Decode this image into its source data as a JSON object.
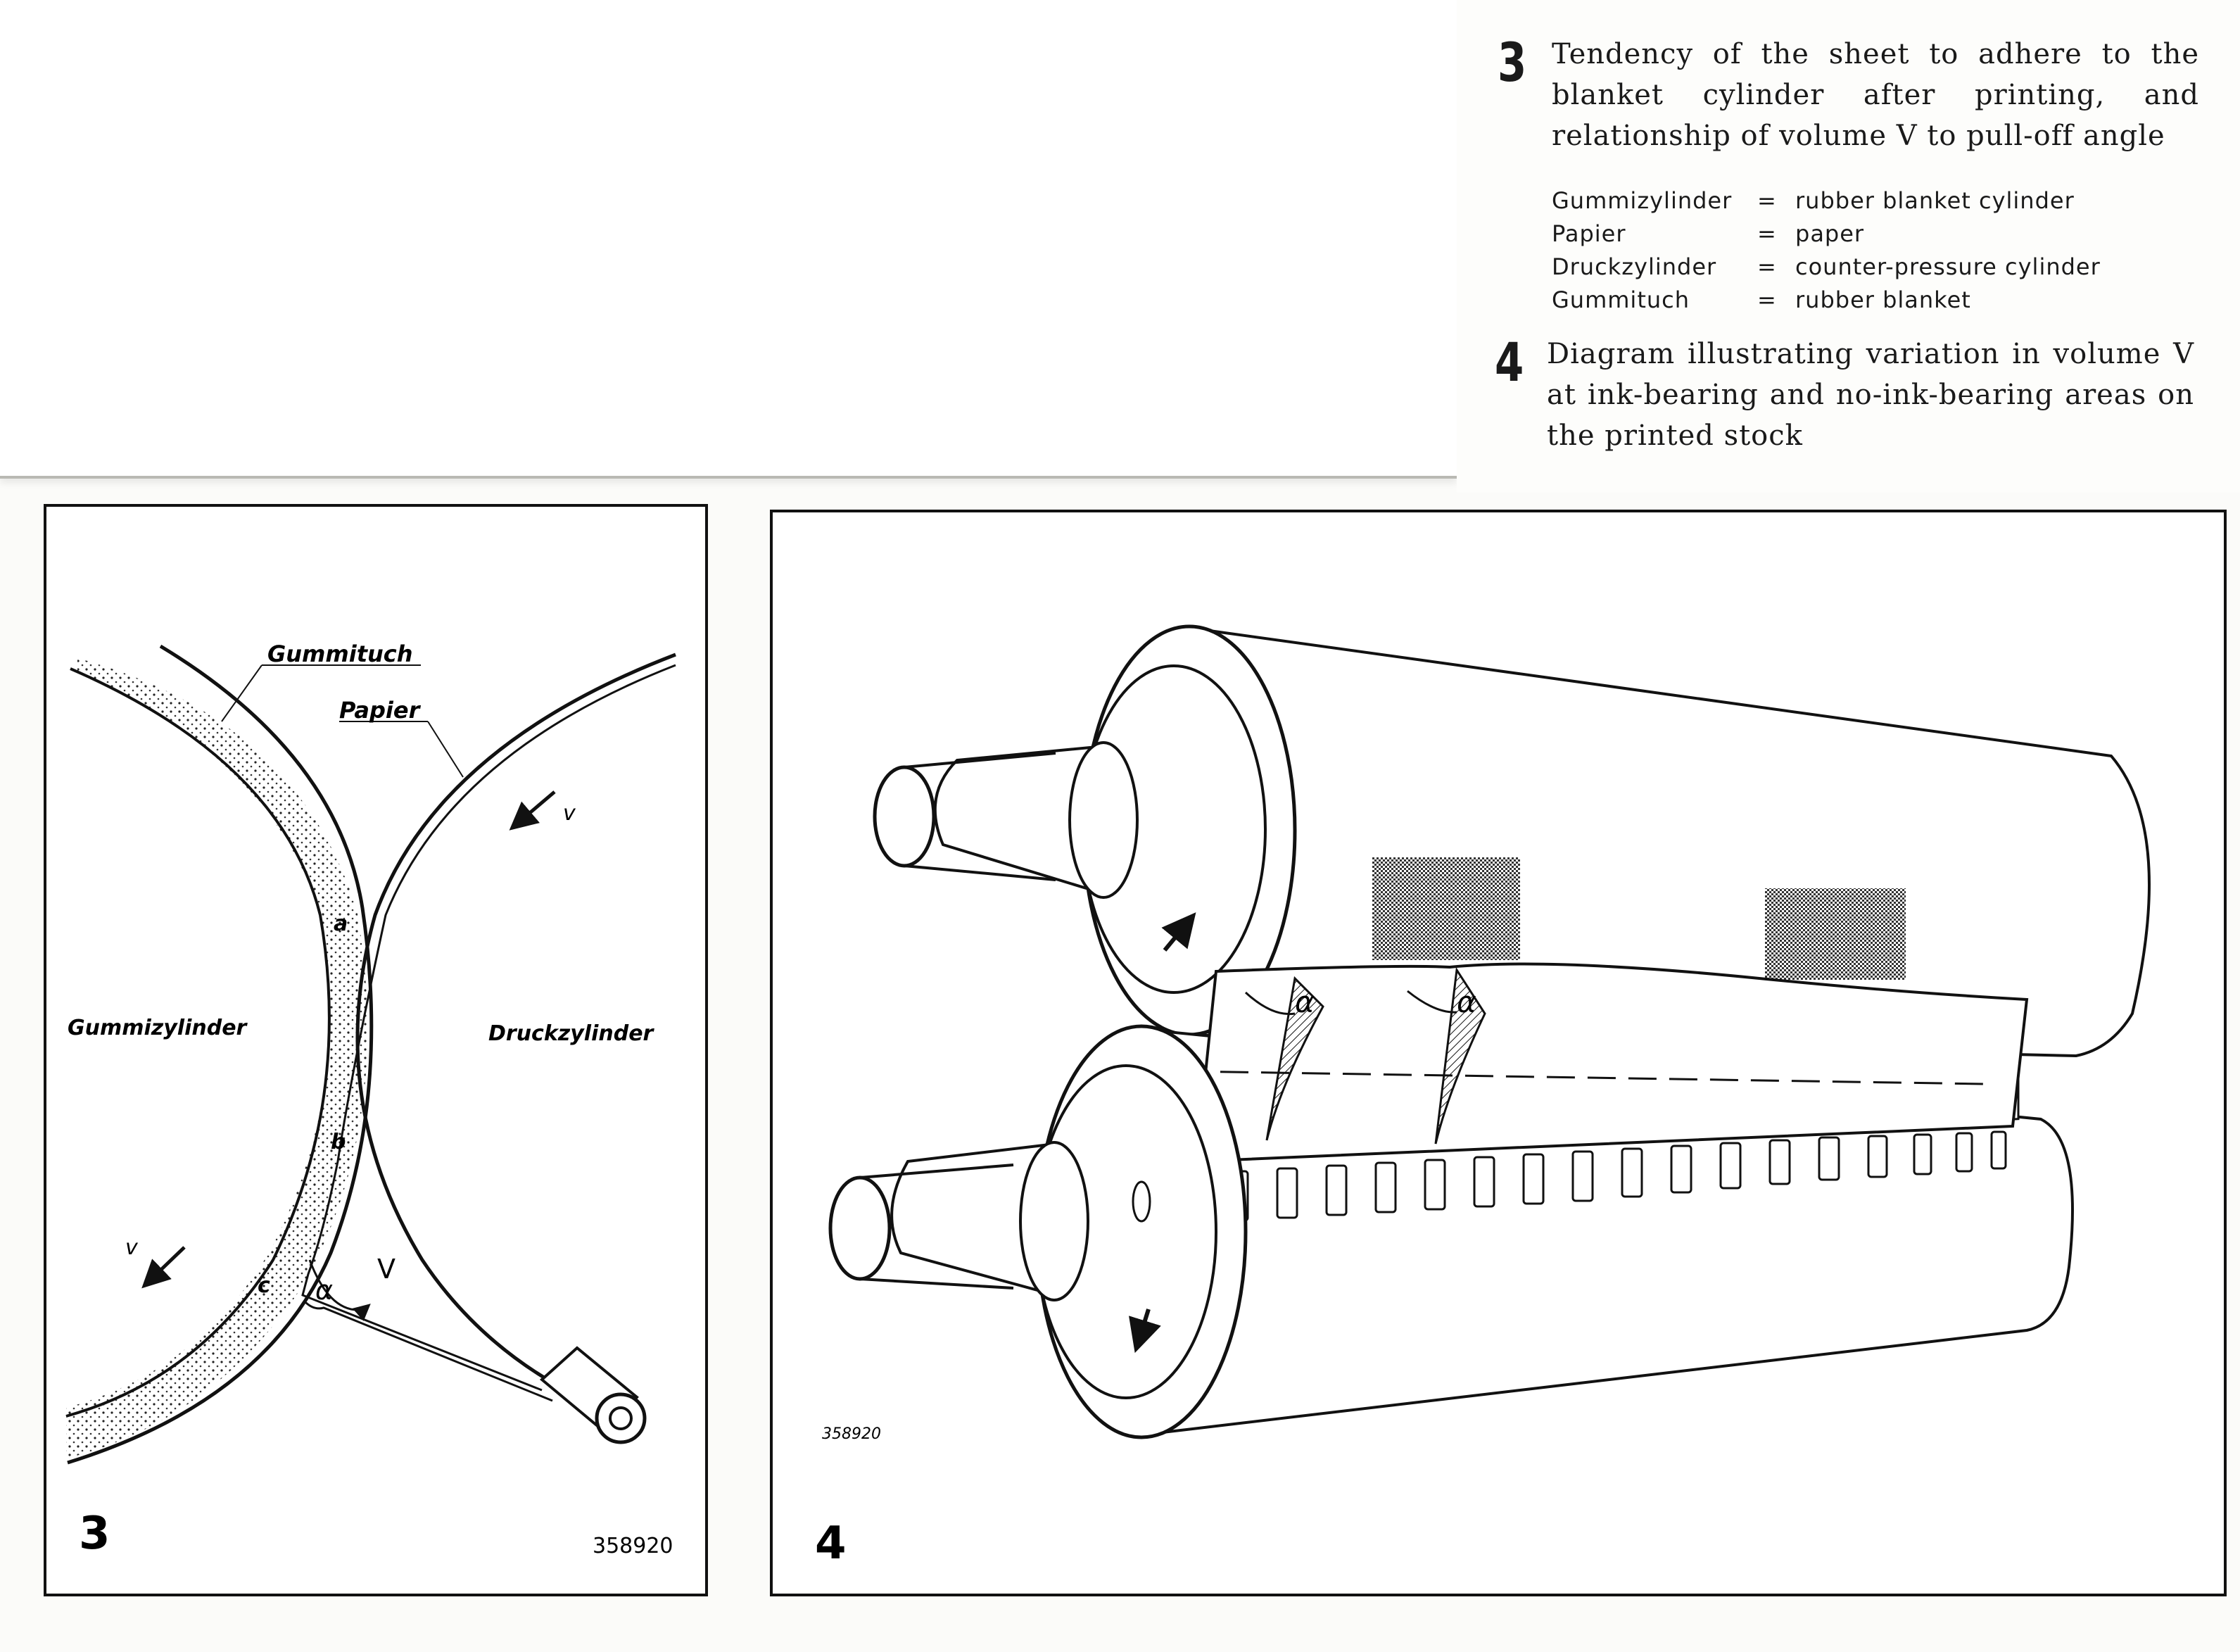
{
  "captions": [
    {
      "number": "3",
      "text": "Tendency of the sheet to adhere to the blanket cylinder after printing, and relationship of volume V to pull-off angle"
    },
    {
      "number": "4",
      "text": "Diagram illustrating variation in volume V at ink-bearing and no-ink-bearing areas on the printed stock"
    }
  ],
  "legend": [
    {
      "de": "Gummizylinder",
      "eq": "=",
      "en": "rubber blanket cylinder"
    },
    {
      "de": "Papier",
      "eq": "=",
      "en": "paper"
    },
    {
      "de": "Druckzylinder",
      "eq": "=",
      "en": "counter-pressure cylinder"
    },
    {
      "de": "Gummituch",
      "eq": "=",
      "en": "rubber blanket"
    }
  ],
  "fig3": {
    "number": "3",
    "code": "358920",
    "labels": {
      "gummituch": "Gummituch",
      "papier": "Papier",
      "gummizylinder": "Gummizylinder",
      "druckzylinder": "Druckzylinder",
      "a": "a",
      "b": "b",
      "c": "c",
      "alpha": "α",
      "V": "V",
      "v_right": "v",
      "v_left": "v"
    }
  },
  "fig4": {
    "number": "4",
    "code": "358920",
    "labels": {
      "alpha1": "α",
      "alpha2": "α"
    }
  }
}
